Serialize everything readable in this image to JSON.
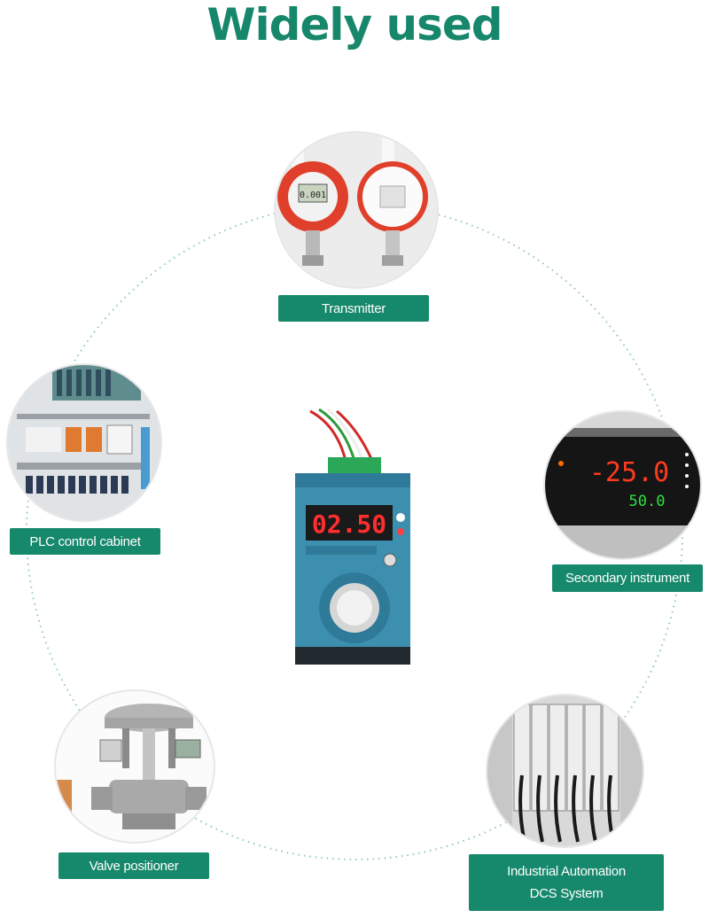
{
  "heading": "Widely used",
  "center_device": {
    "display": "02.50"
  },
  "items": {
    "transmitter": {
      "label": "Transmitter",
      "readout": "0.001"
    },
    "plc": {
      "label": "PLC control cabinet"
    },
    "secondary": {
      "label": "Secondary instrument",
      "readout_main": "-25.0",
      "readout_sub": "50.0"
    },
    "valve": {
      "label": "Valve positioner"
    },
    "dcs": {
      "label_line1": "Industrial Automation",
      "label_line2": "DCS System"
    }
  },
  "colors": {
    "brand_green": "#16886b",
    "title_green": "#17876b",
    "dotted_ring": "#8fc9b8"
  }
}
